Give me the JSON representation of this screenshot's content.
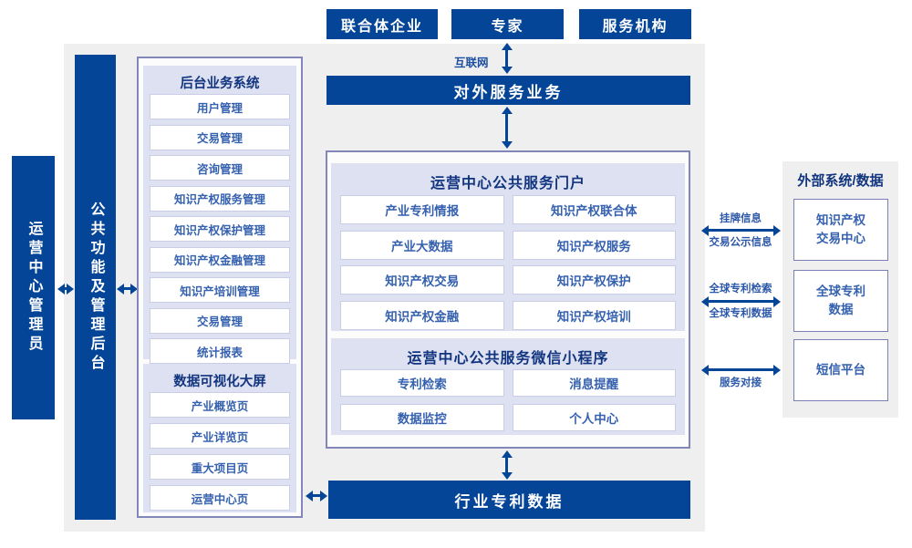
{
  "colors": {
    "primary_blue": "#054597",
    "panel_lavender": "#dde1f1",
    "background_gray": "#efefef",
    "title_navy": "#12357f",
    "item_text_blue": "#3561af",
    "box_border_indigo": "#8286b8"
  },
  "top_actors": {
    "consortium": "联合体企业",
    "expert": "专家",
    "service_org": "服务机构"
  },
  "internet": {
    "label": "互联网"
  },
  "external_service_bar": {
    "label": "对外服务业务"
  },
  "left_side": {
    "admin_bar": "运营中心管理员",
    "backend_bar": "公共功能及管理后台"
  },
  "backend_box": {
    "business_panel": {
      "title": "后台业务系统",
      "items": [
        "用户管理",
        "交易管理",
        "咨询管理",
        "知识产权服务管理",
        "知识产权保护管理",
        "知识产权金融管理",
        "知识产培训管理",
        "交易管理",
        "统计报表"
      ]
    },
    "dashboard_panel": {
      "title": "数据可视化大屏",
      "items": [
        "产业概览页",
        "产业详览页",
        "重大项目页",
        "运营中心页"
      ]
    }
  },
  "center_box": {
    "portal": {
      "title": "运营中心公共服务门户",
      "items": [
        "产业专利情报",
        "知识产权联合体",
        "产业大数据",
        "知识产权服务",
        "知识产权交易",
        "知识产权保护",
        "知识产权金融",
        "知识产权培训"
      ]
    },
    "miniprogram": {
      "title": "运营中心公共服务微信小程序",
      "items": [
        "专利检索",
        "消息提醒",
        "数据监控",
        "个人中心"
      ]
    }
  },
  "industry_bar": {
    "label": "行业专利数据"
  },
  "external_panel": {
    "title": "外部系统/数据",
    "systems": [
      "知识产权\n交易中心",
      "全球专利\n数据",
      "短信平台"
    ],
    "connection_labels": {
      "c1_top": "挂牌信息",
      "c1_bottom": "交易公示信息",
      "c2_top": "全球专利检索",
      "c2_bottom": "全球专利数据",
      "c3_bottom": "服务对接"
    }
  }
}
